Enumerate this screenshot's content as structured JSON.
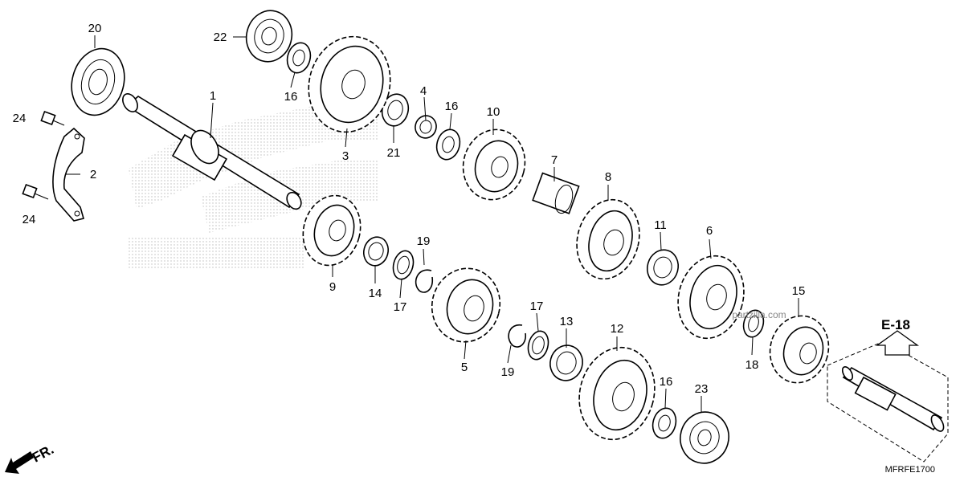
{
  "diagram": {
    "code": "MFRFE1700",
    "ref_label": "E-18",
    "front_label": "FR.",
    "watermark": "partzilla.com",
    "labels": {
      "p1": "1",
      "p2": "2",
      "p3": "3",
      "p4": "4",
      "p5": "5",
      "p6": "6",
      "p7": "7",
      "p8": "8",
      "p9": "9",
      "p10": "10",
      "p11": "11",
      "p12": "12",
      "p13": "13",
      "p14": "14",
      "p15": "15",
      "p16a": "16",
      "p16b": "16",
      "p16c": "16",
      "p17a": "17",
      "p17b": "17",
      "p18": "18",
      "p19a": "19",
      "p19b": "19",
      "p20": "20",
      "p21": "21",
      "p22": "22",
      "p23": "23",
      "p24a": "24",
      "p24b": "24"
    }
  }
}
